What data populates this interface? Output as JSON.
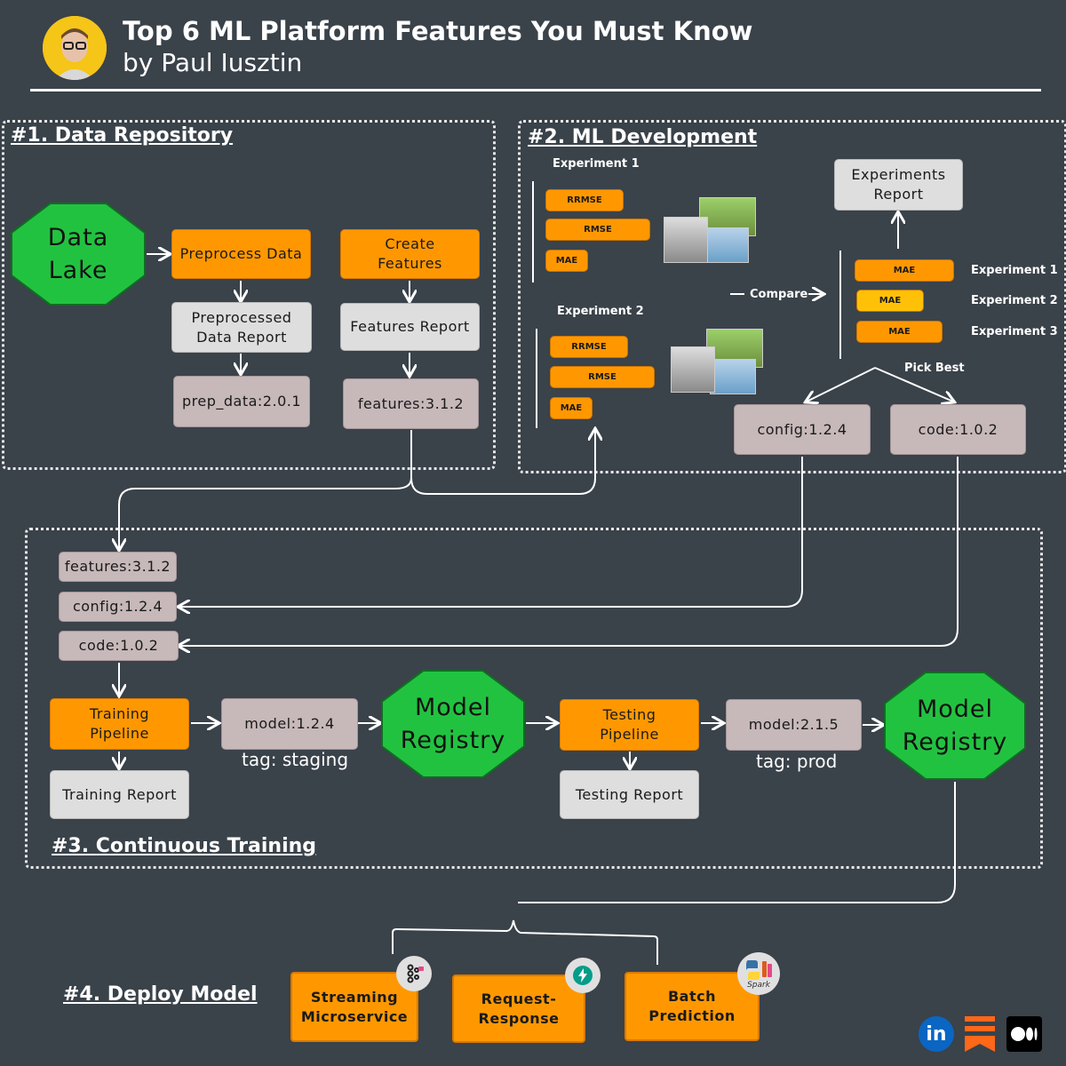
{
  "header": {
    "title": "Top 6 ML Platform Features You Must Know",
    "subtitle": "by Paul Iusztin"
  },
  "section1": {
    "title": "#1. Data Repository",
    "data_lake": "Data Lake",
    "preprocess": "Preprocess Data",
    "preprocessed_report": "Preprocessed Data Report",
    "prep_data": "prep_data:2.0.1",
    "create_features": "Create Features",
    "features_report": "Features Report",
    "features": "features:3.1.2"
  },
  "section2": {
    "title": "#2. ML Development",
    "experiment1_label": "Experiment 1",
    "experiment2_label": "Experiment 2",
    "metrics": [
      "RRMSE",
      "RMSE",
      "MAE"
    ],
    "compare": "Compare",
    "experiments_report": "Experiments Report",
    "results": [
      {
        "metric": "MAE",
        "label": "Experiment 1"
      },
      {
        "metric": "MAE",
        "label": "Experiment 2"
      },
      {
        "metric": "MAE",
        "label": "Experiment 3"
      }
    ],
    "pick_best": "Pick Best",
    "config": "config:1.2.4",
    "code": "code:1.0.2"
  },
  "section3": {
    "title": "#3. Continuous Training",
    "features": "features:3.1.2",
    "config": "config:1.2.4",
    "code": "code:1.0.2",
    "training_pipeline": "Training Pipeline",
    "training_report": "Training Report",
    "model_staging": "model:1.2.4",
    "tag_staging": "tag: staging",
    "registry1": "Model Registry",
    "testing_pipeline": "Testing Pipeline",
    "testing_report": "Testing Report",
    "model_prod": "model:2.1.5",
    "tag_prod": "tag: prod",
    "registry2": "Model Registry"
  },
  "section4": {
    "title": "#4. Deploy Model",
    "streaming": "Streaming Microservice",
    "request_response": "Request-Response",
    "batch": "Batch Prediction",
    "spark_label": "Spark"
  },
  "social": {
    "linkedin": "in"
  },
  "colors": {
    "background": "#3a424a",
    "orange": "#ff9800",
    "green": "#22c241",
    "taupe": "#c7b8ba",
    "light_grey": "#dedede"
  }
}
